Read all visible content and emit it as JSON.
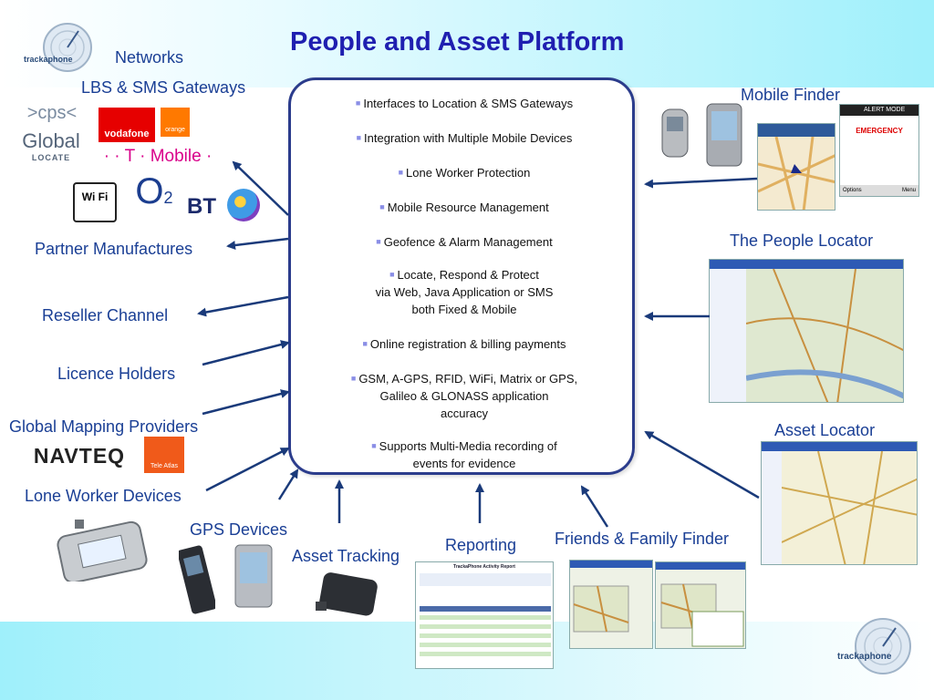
{
  "title": "People and Asset Platform",
  "features": [
    {
      "lines": [
        "Interfaces to Location & SMS Gateways"
      ]
    },
    {
      "lines": [
        "Integration with Multiple Mobile Devices"
      ]
    },
    {
      "lines": [
        "Lone Worker Protection"
      ]
    },
    {
      "lines": [
        "Mobile Resource Management"
      ]
    },
    {
      "lines": [
        "Geofence & Alarm Management"
      ]
    },
    {
      "lines": [
        "Locate,  Respond & Protect",
        "via Web, Java Application or SMS",
        "both Fixed & Mobile"
      ]
    },
    {
      "lines": [
        "Online registration & billing payments"
      ]
    },
    {
      "lines": [
        "GSM, A-GPS, RFID, WiFi, Matrix or GPS,",
        "Galileo & GLONASS application",
        "accuracy"
      ]
    },
    {
      "lines": [
        "Supports Multi-Media recording of",
        "events for evidence"
      ]
    }
  ],
  "left_labels": {
    "networks": "Networks",
    "lbs": "LBS & SMS Gateways",
    "partner": "Partner Manufactures",
    "reseller": "Reseller Channel",
    "licence": "Licence Holders",
    "mapping": "Global Mapping Providers",
    "lone_worker": "Lone Worker Devices",
    "gps": "GPS Devices"
  },
  "bottom_labels": {
    "asset_tracking": "Asset Tracking",
    "reporting": "Reporting",
    "friends": "Friends & Family Finder"
  },
  "right_labels": {
    "mobile_finder": "Mobile Finder",
    "people_locator": "The People Locator",
    "asset_locator": "Asset Locator"
  },
  "logos": {
    "cps": ">cps<",
    "global": "Global",
    "locate": "LOCATE",
    "vodafone": "vodafone",
    "orange": "orange",
    "tmobile": "· · T · Mobile ·",
    "wifi": "Wi Fi",
    "o2": "O",
    "o2_sub": "2",
    "bt": "BT",
    "navteq": "NAVTEQ",
    "teleatlas": "Tele Atlas",
    "trackaphone": "trackaphone"
  },
  "screens": {
    "mobile_finder_alert": "ALERT MODE",
    "mobile_finder_emergency": "EMERGENCY",
    "mobile_finder_options": "Options",
    "mobile_finder_menu": "Menu",
    "report_title": "TrackaPhone Activity Report"
  },
  "colors": {
    "title": "#1f1fb0",
    "label": "#1a3f95",
    "arrow": "#1a3a7a",
    "box_border": "#2b3c8c"
  }
}
